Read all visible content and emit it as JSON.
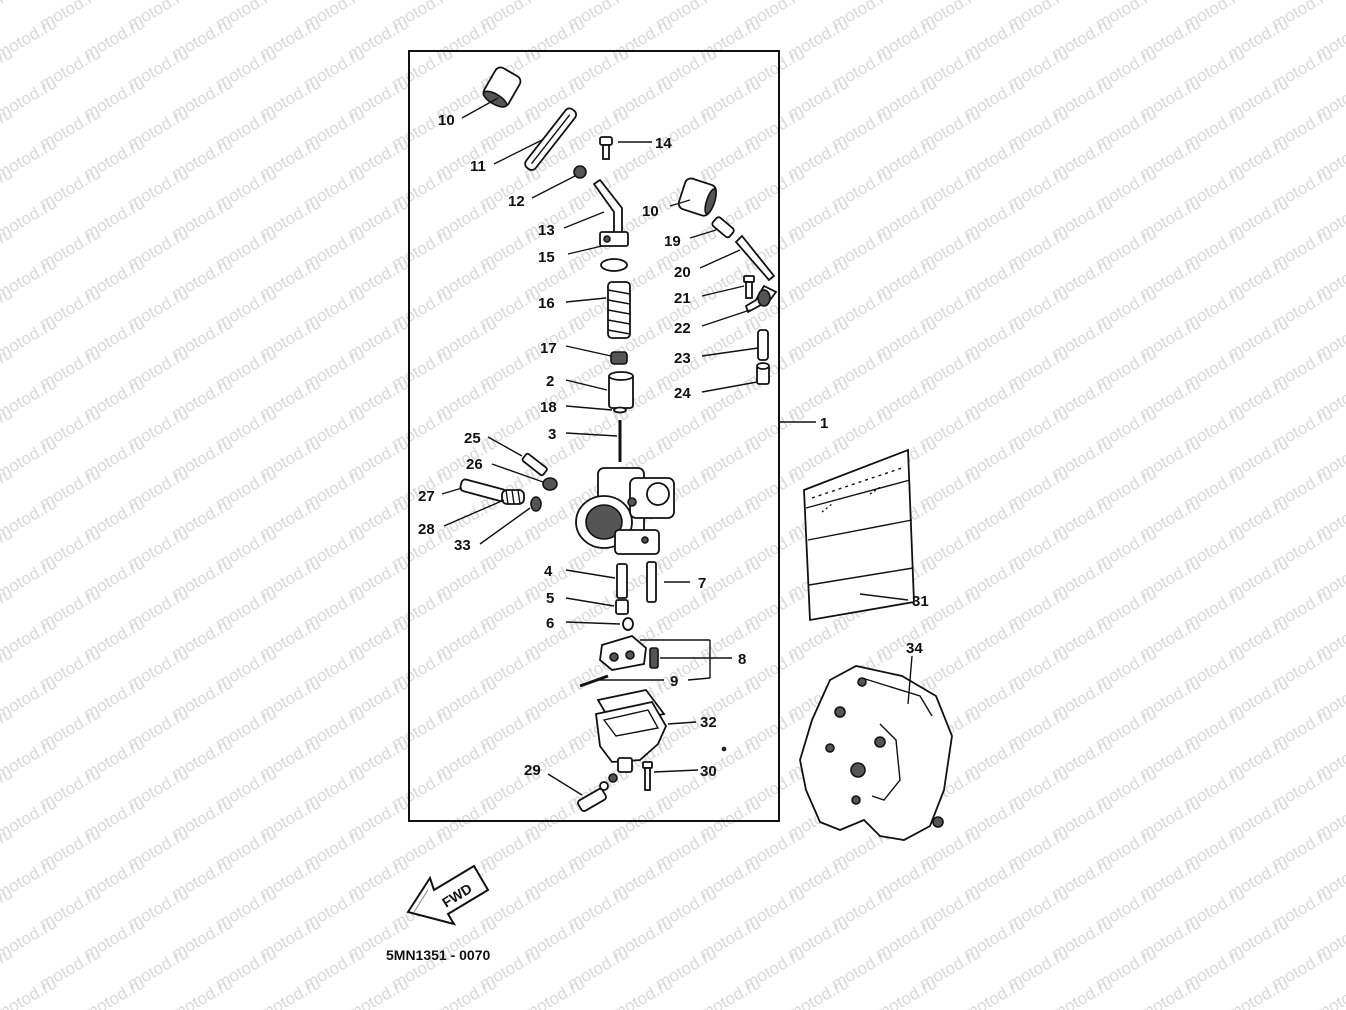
{
  "watermark": "motod.ru",
  "drawing_code": "5MN1351 - 0070",
  "fwd_arrow_label": "FWD",
  "callouts": {
    "c1": "1",
    "c2": "2",
    "c3": "3",
    "c4": "4",
    "c5": "5",
    "c6": "6",
    "c7": "7",
    "c8": "8",
    "c9": "9",
    "c10a": "10",
    "c10b": "10",
    "c11": "11",
    "c12": "12",
    "c13": "13",
    "c14": "14",
    "c15": "15",
    "c16": "16",
    "c17": "17",
    "c18": "18",
    "c19": "19",
    "c20": "20",
    "c21": "21",
    "c22": "22",
    "c23": "23",
    "c24": "24",
    "c25": "25",
    "c26": "26",
    "c27": "27",
    "c28": "28",
    "c29": "29",
    "c30": "30",
    "c31": "31",
    "c32": "32",
    "c33": "33",
    "c34": "34"
  }
}
